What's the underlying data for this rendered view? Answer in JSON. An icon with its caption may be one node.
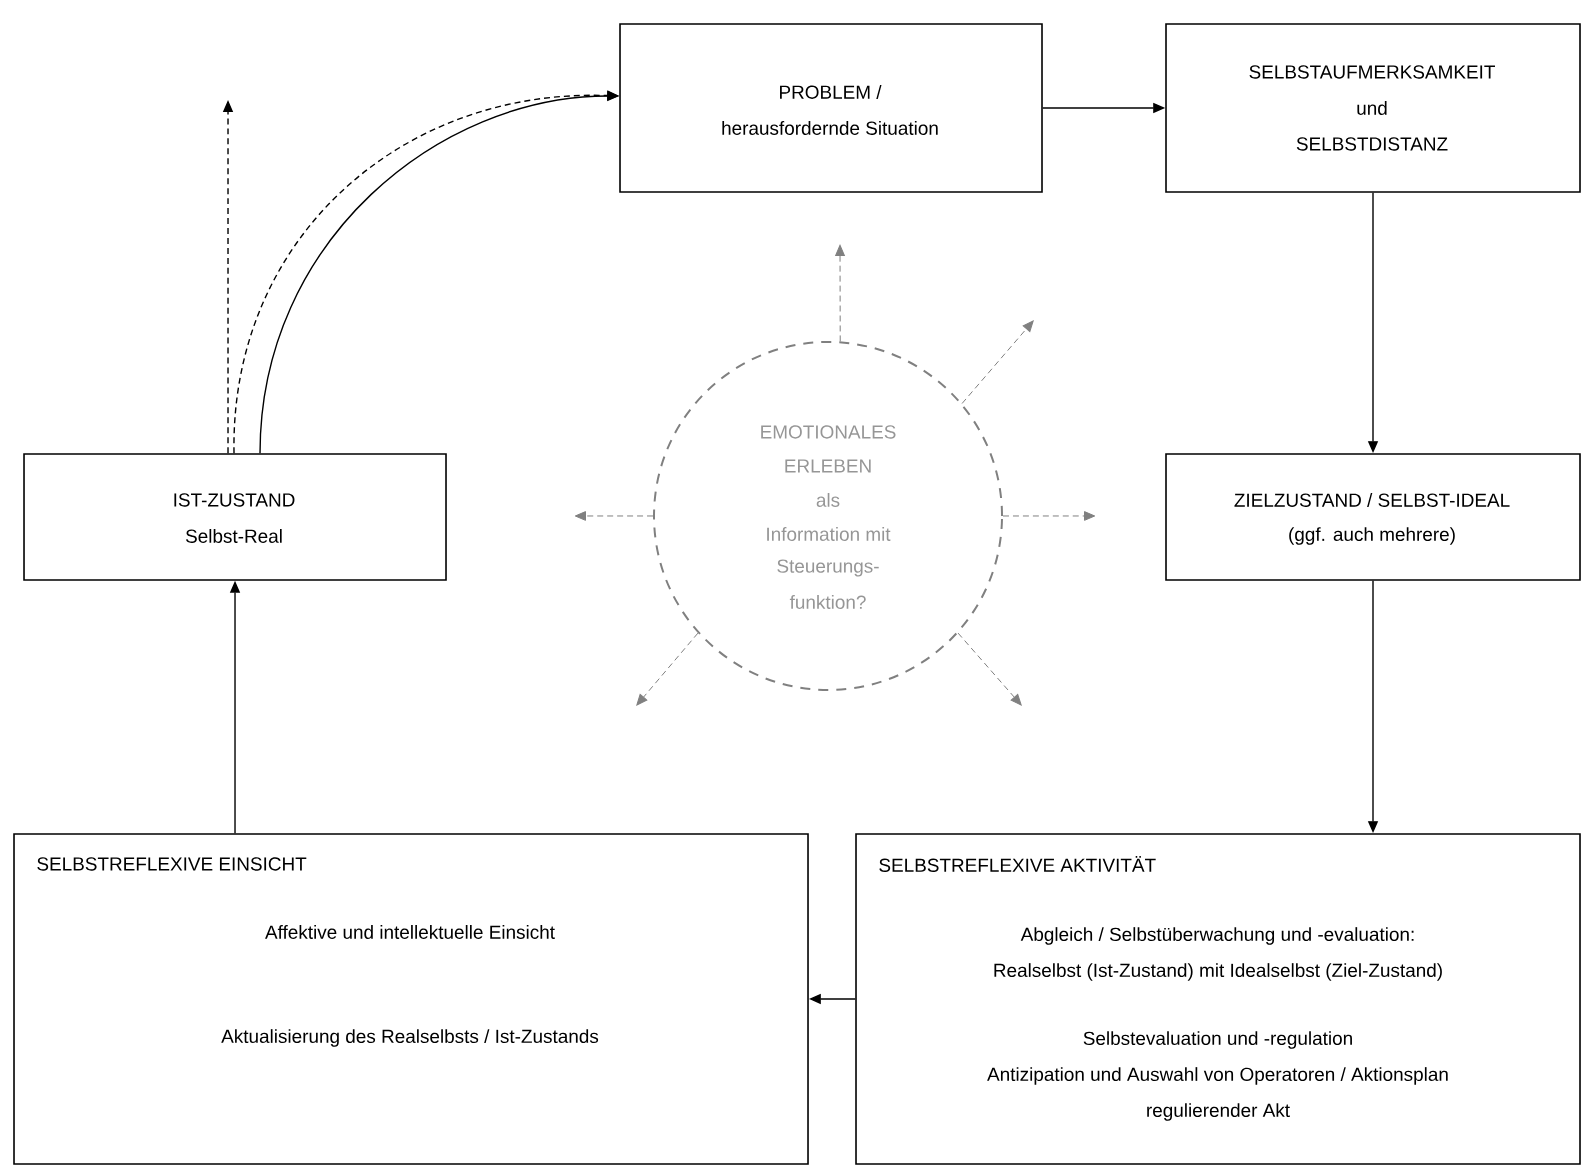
{
  "diagram": {
    "nodes": [
      {
        "text": [
          "PROBLEM /",
          "herausfordernde Situation"
        ]
      },
      {
        "text": [
          "SELBSTAUFMERKSAMKEIT",
          "und",
          "SELBSTDISTANZ"
        ]
      },
      {
        "text": [
          "IST-ZUSTAND",
          "Selbst-Real"
        ]
      },
      {
        "text": [
          "EMOTIONALES",
          "ERLEBEN",
          "als",
          "Information mit",
          "Steuerungs-",
          "funktion?"
        ]
      },
      {
        "text": [
          "ZIELZUSTAND / SELBST-IDEAL",
          "(ggf. auch mehrere)"
        ]
      },
      {
        "text": [
          "SELBSTREFLEXIVE EINSICHT",
          "Affektive und intellektuelle Einsicht",
          "Aktualisierung des Realselbsts / Ist-Zustands"
        ]
      },
      {
        "text": [
          "SELBSTREFLEXIVE AKTIVITÄT",
          "Abgleich / Selbstüberwachung und -evaluation:",
          "Realselbst (Ist-Zustand) mit Idealselbst (Ziel-Zustand)",
          "Selbstevaluation und -regulation",
          "Antizipation und Auswahl von Operatoren / Aktionsplan",
          "regulierender Akt"
        ]
      }
    ],
    "edges": [
      {
        "from": 0,
        "to": 1,
        "arrow": "to"
      },
      {
        "from": 1,
        "to": 4,
        "arrow": "to"
      },
      {
        "from": 4,
        "to": 6,
        "arrow": "to"
      },
      {
        "from": 6,
        "to": 5,
        "arrow": "to"
      },
      {
        "from": 5,
        "to": 2,
        "arrow": "to"
      },
      {
        "from": 2,
        "to": 0,
        "arrow": "to"
      },
      {
        "from": 2,
        "to": 0,
        "arrow": "to",
        "style": "dashed"
      },
      {
        "from": 2,
        "to": null,
        "arrow": "to",
        "style": "dashed"
      },
      {
        "from": 3,
        "to": null,
        "arrow": "to",
        "style": "dashed",
        "color": "#808080"
      },
      {
        "from": 3,
        "to": null,
        "arrow": "to",
        "style": "dashed",
        "color": "#808080"
      },
      {
        "from": 3,
        "to": null,
        "arrow": "to",
        "style": "dashed",
        "color": "#808080"
      },
      {
        "from": 3,
        "to": null,
        "arrow": "to",
        "style": "dashed",
        "color": "#808080"
      },
      {
        "from": 3,
        "to": null,
        "arrow": "to",
        "style": "dashed",
        "color": "#808080"
      },
      {
        "from": 3,
        "to": null,
        "arrow": "to",
        "style": "dashed",
        "color": "#808080"
      }
    ]
  }
}
